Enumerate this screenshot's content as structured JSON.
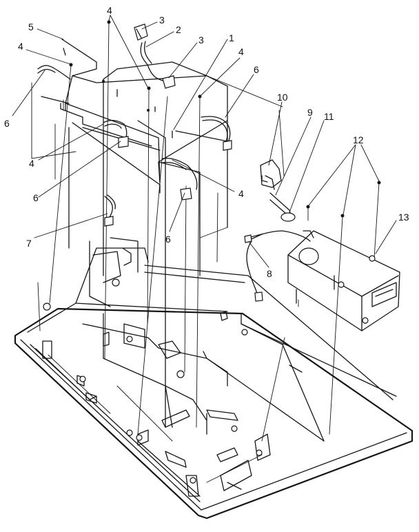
{
  "diagram": {
    "callouts": [
      {
        "id": "c-4-top",
        "text": "4"
      },
      {
        "id": "c-3-top",
        "text": "3"
      },
      {
        "id": "c-5",
        "text": "5"
      },
      {
        "id": "c-2",
        "text": "2"
      },
      {
        "id": "c-3-mid",
        "text": "3"
      },
      {
        "id": "c-1",
        "text": "1"
      },
      {
        "id": "c-4-left",
        "text": "4"
      },
      {
        "id": "c-4-right",
        "text": "4"
      },
      {
        "id": "c-6-upright",
        "text": "6"
      },
      {
        "id": "c-6-left",
        "text": "6"
      },
      {
        "id": "c-10",
        "text": "10"
      },
      {
        "id": "c-9",
        "text": "9"
      },
      {
        "id": "c-11",
        "text": "11"
      },
      {
        "id": "c-12",
        "text": "12"
      },
      {
        "id": "c-4-midleft",
        "text": "4"
      },
      {
        "id": "c-4-center",
        "text": "4"
      },
      {
        "id": "c-6-midleft",
        "text": "6"
      },
      {
        "id": "c-6-center",
        "text": "6"
      },
      {
        "id": "c-13",
        "text": "13"
      },
      {
        "id": "c-7",
        "text": "7"
      },
      {
        "id": "c-8",
        "text": "8"
      }
    ]
  }
}
